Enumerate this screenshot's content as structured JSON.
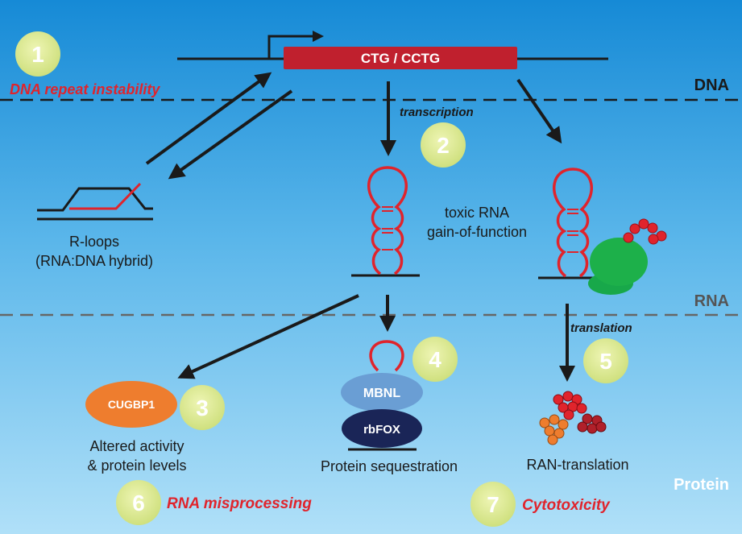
{
  "layers": {
    "dna": "DNA",
    "rna": "RNA",
    "protein": "Protein"
  },
  "gene": {
    "repeat_label": "CTG / CCTG"
  },
  "steps": {
    "s1": {
      "num": "1",
      "caption": "DNA repeat instability"
    },
    "s2": {
      "num": "2",
      "caption": "transcription"
    },
    "s3": {
      "num": "3"
    },
    "s4": {
      "num": "4"
    },
    "s5": {
      "num": "5",
      "caption": "translation"
    },
    "s6": {
      "num": "6",
      "caption": "RNA misprocessing"
    },
    "s7": {
      "num": "7",
      "caption": "Cytotoxicity"
    }
  },
  "rloop": {
    "line1": "R-loops",
    "line2": "(RNA:DNA hybrid)"
  },
  "toxic": {
    "line1": "toxic RNA",
    "line2": "gain-of-function"
  },
  "proteins": {
    "cugbp1": "CUGBP1",
    "mbnl": "MBNL",
    "rbfox": "rbFOX"
  },
  "outcomes": {
    "altered1": "Altered activity",
    "altered2": "& protein levels",
    "sequestration": "Protein sequestration",
    "ran": "RAN-translation"
  },
  "colors": {
    "bg_top": "#1a8fd8",
    "bg_bottom": "#a8dcf6",
    "repeat_red": "#c0202e",
    "label_red": "#e0242c",
    "step_circle": "#d6e58c",
    "cugbp1": "#ee7d2e",
    "mbnl": "#6a9ed4",
    "rbfox": "#1a2557",
    "ribosome": "#1db04a"
  }
}
